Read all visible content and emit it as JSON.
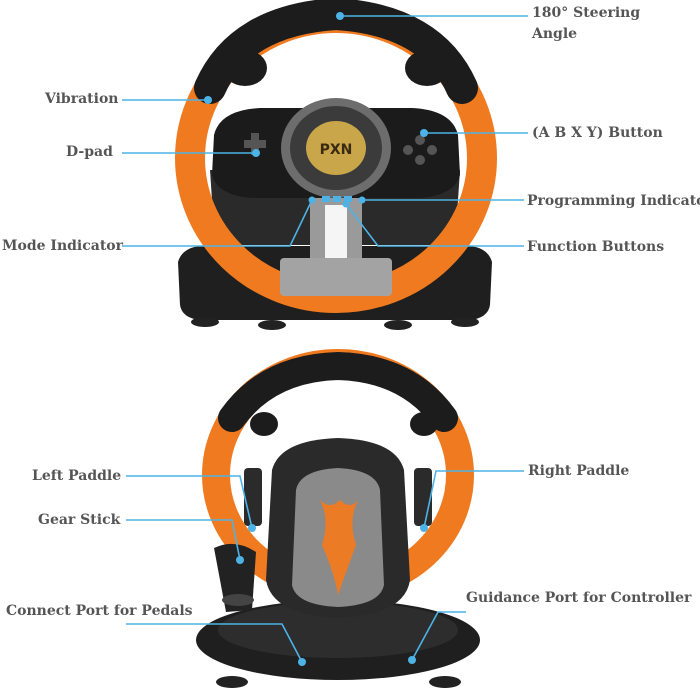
{
  "brand": "PXN",
  "colors": {
    "orange": "#f07a1f",
    "black": "#1e1e1e",
    "accent_line": "#4db3e6"
  },
  "top_wheel": {
    "labels": {
      "steering_angle_line1": "180°  Steering",
      "steering_angle_line2": "Angle",
      "vibration": "Vibration",
      "dpad": "D-pad",
      "abxy": "(A B X Y) Button",
      "programming_indicator": "Programming Indicator",
      "mode_indicator": "Mode Indicator",
      "function_buttons": "Function Buttons"
    }
  },
  "bottom_wheel": {
    "labels": {
      "left_paddle": "Left Paddle",
      "right_paddle": "Right Paddle",
      "gear_stick": "Gear Stick",
      "connect_port": "Connect Port for Pedals",
      "guidance_port": "Guidance Port for Controller"
    }
  }
}
